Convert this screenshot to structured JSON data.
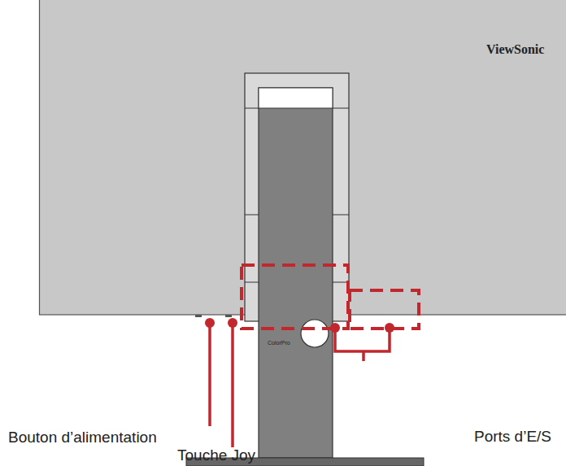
{
  "diagram": {
    "labels": [
      "ViewSonic",
      "ColorPro",
      "Bouton d’alimentation",
      "Touche Joy",
      "Ports d’E/S"
    ]
  }
}
